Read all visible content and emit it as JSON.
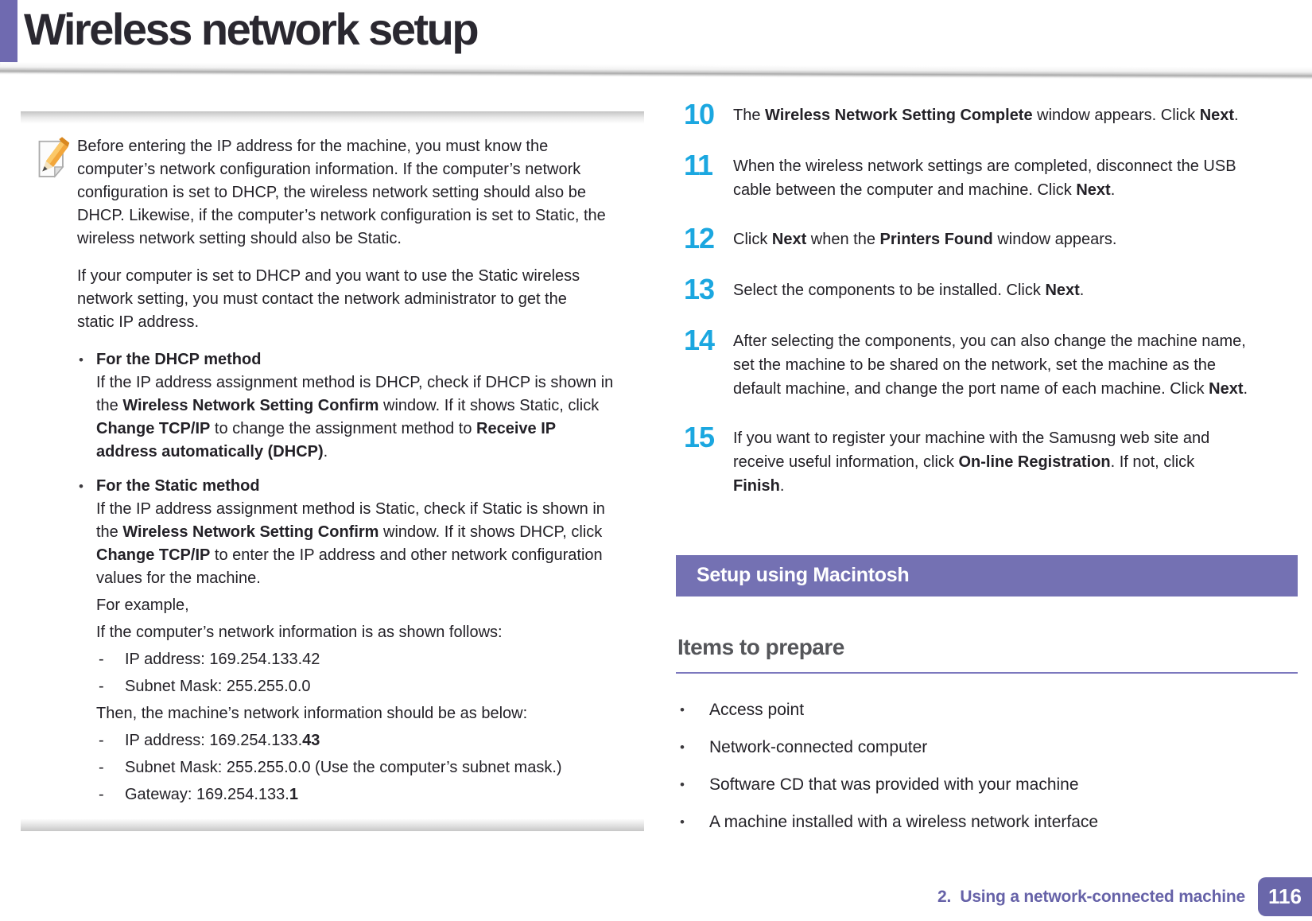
{
  "title": "Wireless network setup",
  "glyphs": {
    "bullet": "•",
    "dash": "-"
  },
  "colors": {
    "accent_purple": "#6F6AB0",
    "banner_purple": "#7471B3",
    "step_number_cyan": "#1BA7E0",
    "footer_purple": "#6662A8",
    "page_box_purple": "#6A67AA",
    "heading_gray": "#55565A"
  },
  "note": {
    "icon": "note-pencil-icon",
    "p1": [
      {
        "text": "Before entering the IP address for the machine, you must know the\ncomputer’s network configuration information. If the computer’s network\nconfiguration is set to DHCP, the wireless network setting should also be\nDHCP. Likewise, if the computer’s network configuration is set to Static, the\nwireless network setting should also be Static."
      }
    ],
    "p2": [
      {
        "text": "If your computer is set to DHCP and you want to use the Static wireless\nnetwork setting, you must contact the network administrator to get the\nstatic IP address."
      }
    ],
    "bullets": [
      {
        "title": "For the DHCP method",
        "body": [
          {
            "text": "If the IP address assignment method is DHCP, check if DHCP is shown in\nthe "
          },
          {
            "text": "Wireless Network Setting Confirm",
            "bold": true
          },
          {
            "text": " window. If it shows Static, click\n"
          },
          {
            "text": "Change TCP/IP",
            "bold": true
          },
          {
            "text": " to change the assignment method to "
          },
          {
            "text": "Receive IP\naddress automatically (DHCP)",
            "bold": true
          },
          {
            "text": "."
          }
        ]
      },
      {
        "title": "For the Static method",
        "body": [
          {
            "text": "If the IP address assignment method is Static, check if Static is shown in\nthe "
          },
          {
            "text": "Wireless Network Setting Confirm",
            "bold": true
          },
          {
            "text": " window. If it shows DHCP, click\n"
          },
          {
            "text": "Change TCP/IP",
            "bold": true
          },
          {
            "text": " to enter the IP address and other network configuration\nvalues for the machine."
          }
        ]
      }
    ],
    "example": {
      "line1": "For example,",
      "line2": "If the computer’s network information is as shown follows:",
      "dashes1": [
        [
          {
            "text": "IP address: 169.254.133.42"
          }
        ],
        [
          {
            "text": "Subnet Mask: 255.255.0.0"
          }
        ]
      ],
      "line3": "Then, the machine’s network information should be as below:",
      "dashes2": [
        [
          {
            "text": "IP address: 169.254.133."
          },
          {
            "text": "43",
            "bold": true
          }
        ],
        [
          {
            "text": "Subnet Mask: 255.255.0.0 (Use the computer’s subnet mask.)"
          }
        ],
        [
          {
            "text": "Gateway: 169.254.133."
          },
          {
            "text": "1",
            "bold": true
          }
        ]
      ]
    }
  },
  "steps": [
    {
      "num": "10",
      "body": [
        {
          "text": "The "
        },
        {
          "text": "Wireless Network Setting Complete",
          "bold": true
        },
        {
          "text": " window appears. Click "
        },
        {
          "text": "Next",
          "bold": true
        },
        {
          "text": "."
        }
      ]
    },
    {
      "num": "11",
      "body": [
        {
          "text": "When the wireless network settings are completed, disconnect the USB\ncable between the computer and machine. Click "
        },
        {
          "text": "Next",
          "bold": true
        },
        {
          "text": "."
        }
      ]
    },
    {
      "num": "12",
      "body": [
        {
          "text": "Click "
        },
        {
          "text": "Next",
          "bold": true
        },
        {
          "text": " when the "
        },
        {
          "text": "Printers Found",
          "bold": true
        },
        {
          "text": " window appears."
        }
      ]
    },
    {
      "num": "13",
      "body": [
        {
          "text": "Select the components to be installed. Click "
        },
        {
          "text": "Next",
          "bold": true
        },
        {
          "text": "."
        }
      ]
    },
    {
      "num": "14",
      "body": [
        {
          "text": "After selecting the components, you can also change the machine name,\nset the machine to be shared on the network, set the machine as the\ndefault machine, and change the port name of each machine. Click "
        },
        {
          "text": "Next",
          "bold": true
        },
        {
          "text": "."
        }
      ]
    },
    {
      "num": "15",
      "body": [
        {
          "text": "If you want to register your machine with the Samusng web site and\nreceive useful information, click "
        },
        {
          "text": "On-line Registration",
          "bold": true
        },
        {
          "text": ". If not, click\n"
        },
        {
          "text": "Finish",
          "bold": true
        },
        {
          "text": "."
        }
      ]
    }
  ],
  "section": {
    "banner": "Setup using Macintosh"
  },
  "items": {
    "heading": "Items to prepare",
    "bullets": [
      "Access point",
      "Network-connected computer",
      "Software CD that was provided with your machine",
      "A machine installed with a wireless network interface"
    ]
  },
  "footer": {
    "chapter": "2.  Using a network-connected machine",
    "page": "116"
  }
}
